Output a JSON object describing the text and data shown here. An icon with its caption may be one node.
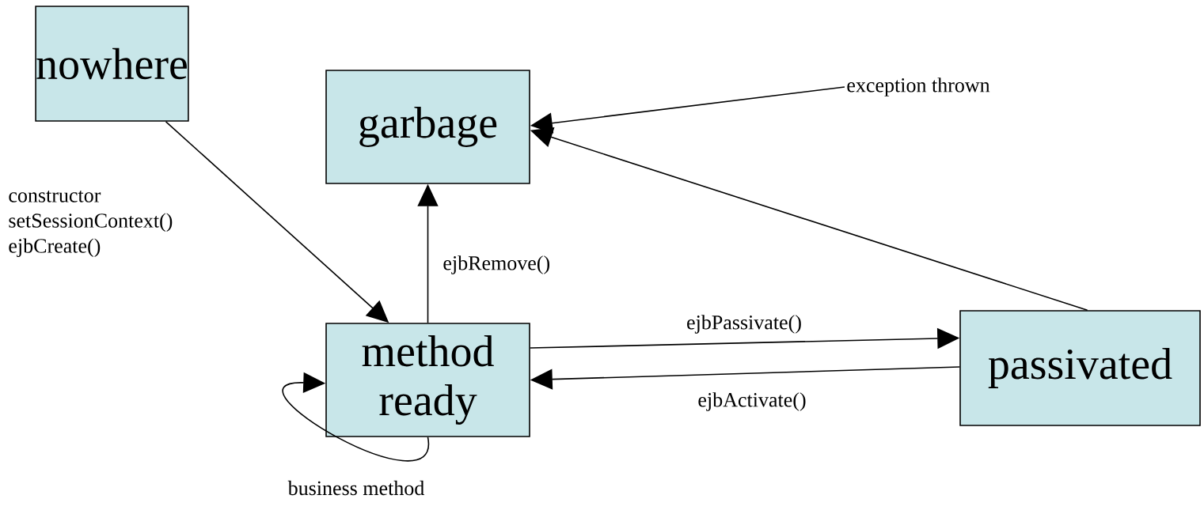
{
  "diagram": {
    "nodes": [
      {
        "text": [
          "nowhere"
        ]
      },
      {
        "text": [
          "garbage"
        ]
      },
      {
        "text": [
          "method ready"
        ]
      },
      {
        "text": [
          "passivated"
        ]
      },
      {
        "text": [
          "exception thrown"
        ]
      }
    ],
    "edges": [
      {
        "from": 0,
        "to": 2,
        "arrow": "to",
        "label": "constructor setSessionContext() ejbCreate()"
      },
      {
        "from": 2,
        "to": 1,
        "arrow": "to",
        "label": "ejbRemove()"
      },
      {
        "from": 2,
        "to": 3,
        "arrow": "to",
        "label": "ejbPassivate()"
      },
      {
        "from": 3,
        "to": 2,
        "arrow": "to",
        "label": "ejbActivate()"
      },
      {
        "from": 3,
        "to": 1,
        "arrow": "to"
      },
      {
        "from": 4,
        "to": 1,
        "arrow": "to"
      },
      {
        "from": 2,
        "to": 2,
        "arrow": "to",
        "label": "business method"
      }
    ]
  }
}
